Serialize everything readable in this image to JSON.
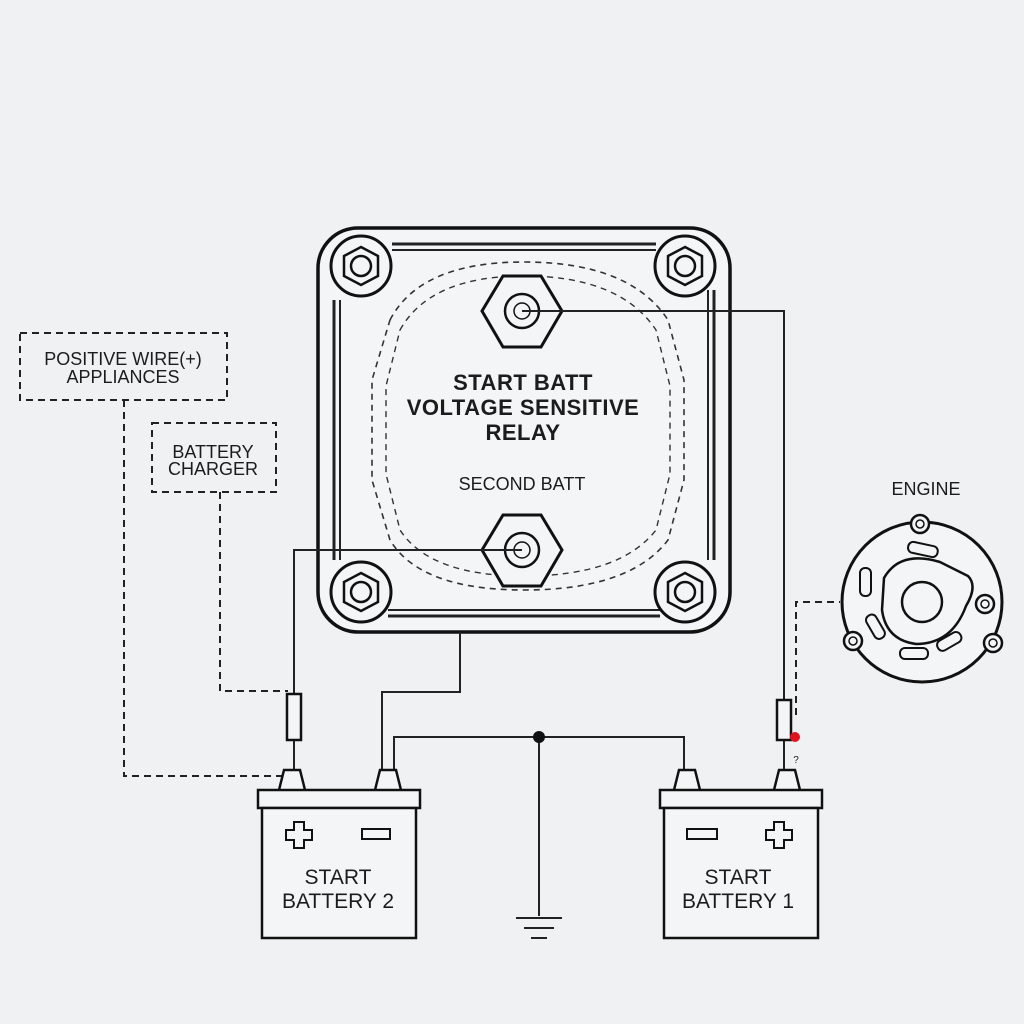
{
  "relay": {
    "line1": "START BATT",
    "line2": "VOLTAGE SENSITIVE",
    "line3": "RELAY",
    "second": "SECOND BATT"
  },
  "labels": {
    "positive_line1": "POSITIVE WIRE(+)",
    "positive_line2": "APPLIANCES",
    "charger_line1": "BATTERY",
    "charger_line2": "CHARGER",
    "engine": "ENGINE"
  },
  "battery2": {
    "line1": "START",
    "line2": "BATTERY 2"
  },
  "battery1": {
    "line1": "START",
    "line2": "BATTERY 1"
  },
  "colors": {
    "line": "#222222",
    "background": "#f0f1f2",
    "dot": "#e0141e"
  }
}
